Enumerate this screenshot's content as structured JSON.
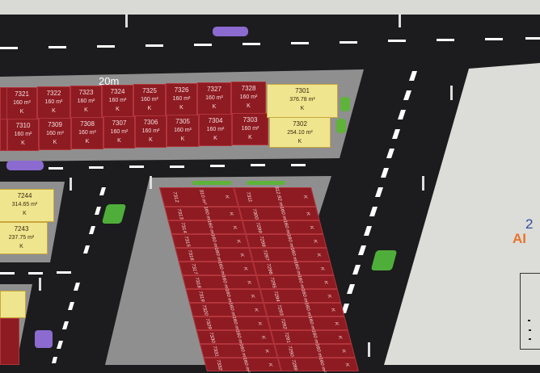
{
  "map": {
    "scale_label": "20m",
    "top_block": {
      "row1": [
        {
          "id": "7321",
          "area": "160 m²",
          "type": "K"
        },
        {
          "id": "7322",
          "area": "160 m²",
          "type": "K"
        },
        {
          "id": "7323",
          "area": "160 m²",
          "type": "K"
        },
        {
          "id": "7324",
          "area": "160 m²",
          "type": "K"
        },
        {
          "id": "7325",
          "area": "160 m²",
          "type": "K"
        },
        {
          "id": "7326",
          "area": "160 m²",
          "type": "K"
        },
        {
          "id": "7327",
          "area": "160 m²",
          "type": "K"
        },
        {
          "id": "7328",
          "area": "160 m²",
          "type": "K"
        }
      ],
      "row2": [
        {
          "id": "7310",
          "area": "160 m²",
          "type": "K"
        },
        {
          "id": "7309",
          "area": "160 m²",
          "type": "K"
        },
        {
          "id": "7308",
          "area": "160 m²",
          "type": "K"
        },
        {
          "id": "7307",
          "area": "160 m²",
          "type": "K"
        },
        {
          "id": "7306",
          "area": "160 m²",
          "type": "K"
        },
        {
          "id": "7305",
          "area": "160 m²",
          "type": "K"
        },
        {
          "id": "7304",
          "area": "160 m²",
          "type": "K"
        },
        {
          "id": "7303",
          "area": "160 m²",
          "type": "K"
        }
      ],
      "corner1": {
        "id": "7301",
        "area": "376.78 m²",
        "type": "K"
      },
      "corner2": {
        "id": "7302",
        "area": "254.10 m²",
        "type": "K"
      }
    },
    "left_block": [
      {
        "id": "7244",
        "area": "314.65 m²",
        "type": "K"
      },
      {
        "id": "7243",
        "area": "237.75 m²",
        "type": "K"
      }
    ],
    "lower_block": {
      "header_left": {
        "id": "7312",
        "area": "310 m²",
        "type": "K"
      },
      "header_right": {
        "id": "7311",
        "area": "312.92 m²",
        "type": "K"
      },
      "left_column": [
        "7313",
        "7314",
        "7315",
        "7316",
        "7317",
        "7318",
        "7319",
        "7320",
        "7329",
        "7330",
        "7331",
        "7332"
      ],
      "right_column": [
        "7300",
        "7299",
        "7298",
        "7297",
        "7296",
        "7295",
        "7294",
        "7293",
        "7292",
        "7291",
        "7290",
        "7289"
      ],
      "cell_area": "160 m²",
      "cell_type": "K"
    },
    "legend_partial": {
      "line1": "2",
      "line2": "AI"
    },
    "colors": {
      "plot_red": "#8e1b22",
      "plot_yellow": "#efe58e",
      "plot_orange": "#e67a2e",
      "highlight": "#e8331e",
      "road": "#1c1c1e",
      "sidewalk": "#8f8f8f",
      "legend_blue": "#2b4f9e",
      "legend_orange": "#e8742c"
    }
  }
}
